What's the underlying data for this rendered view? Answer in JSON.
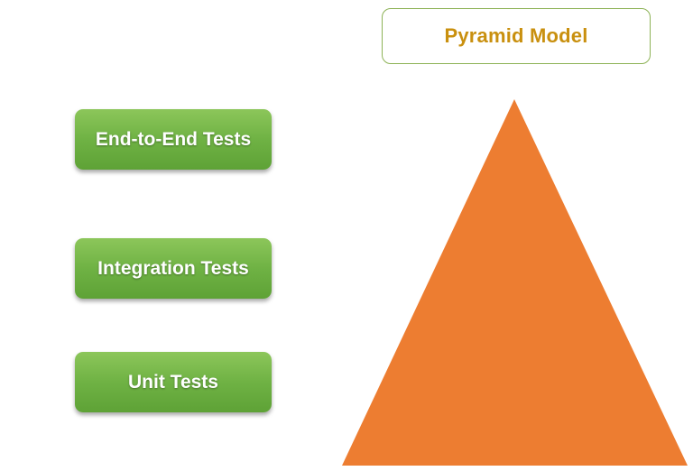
{
  "title": "Pyramid Model",
  "levels": [
    {
      "label": "End-to-End Tests"
    },
    {
      "label": "Integration Tests"
    },
    {
      "label": "Unit Tests"
    }
  ],
  "colors": {
    "title_text": "#c9900f",
    "title_border": "#8db256",
    "level_fill": "#6fb244",
    "level_text": "#ffffff",
    "pyramid_fill": "#ed7d31"
  }
}
